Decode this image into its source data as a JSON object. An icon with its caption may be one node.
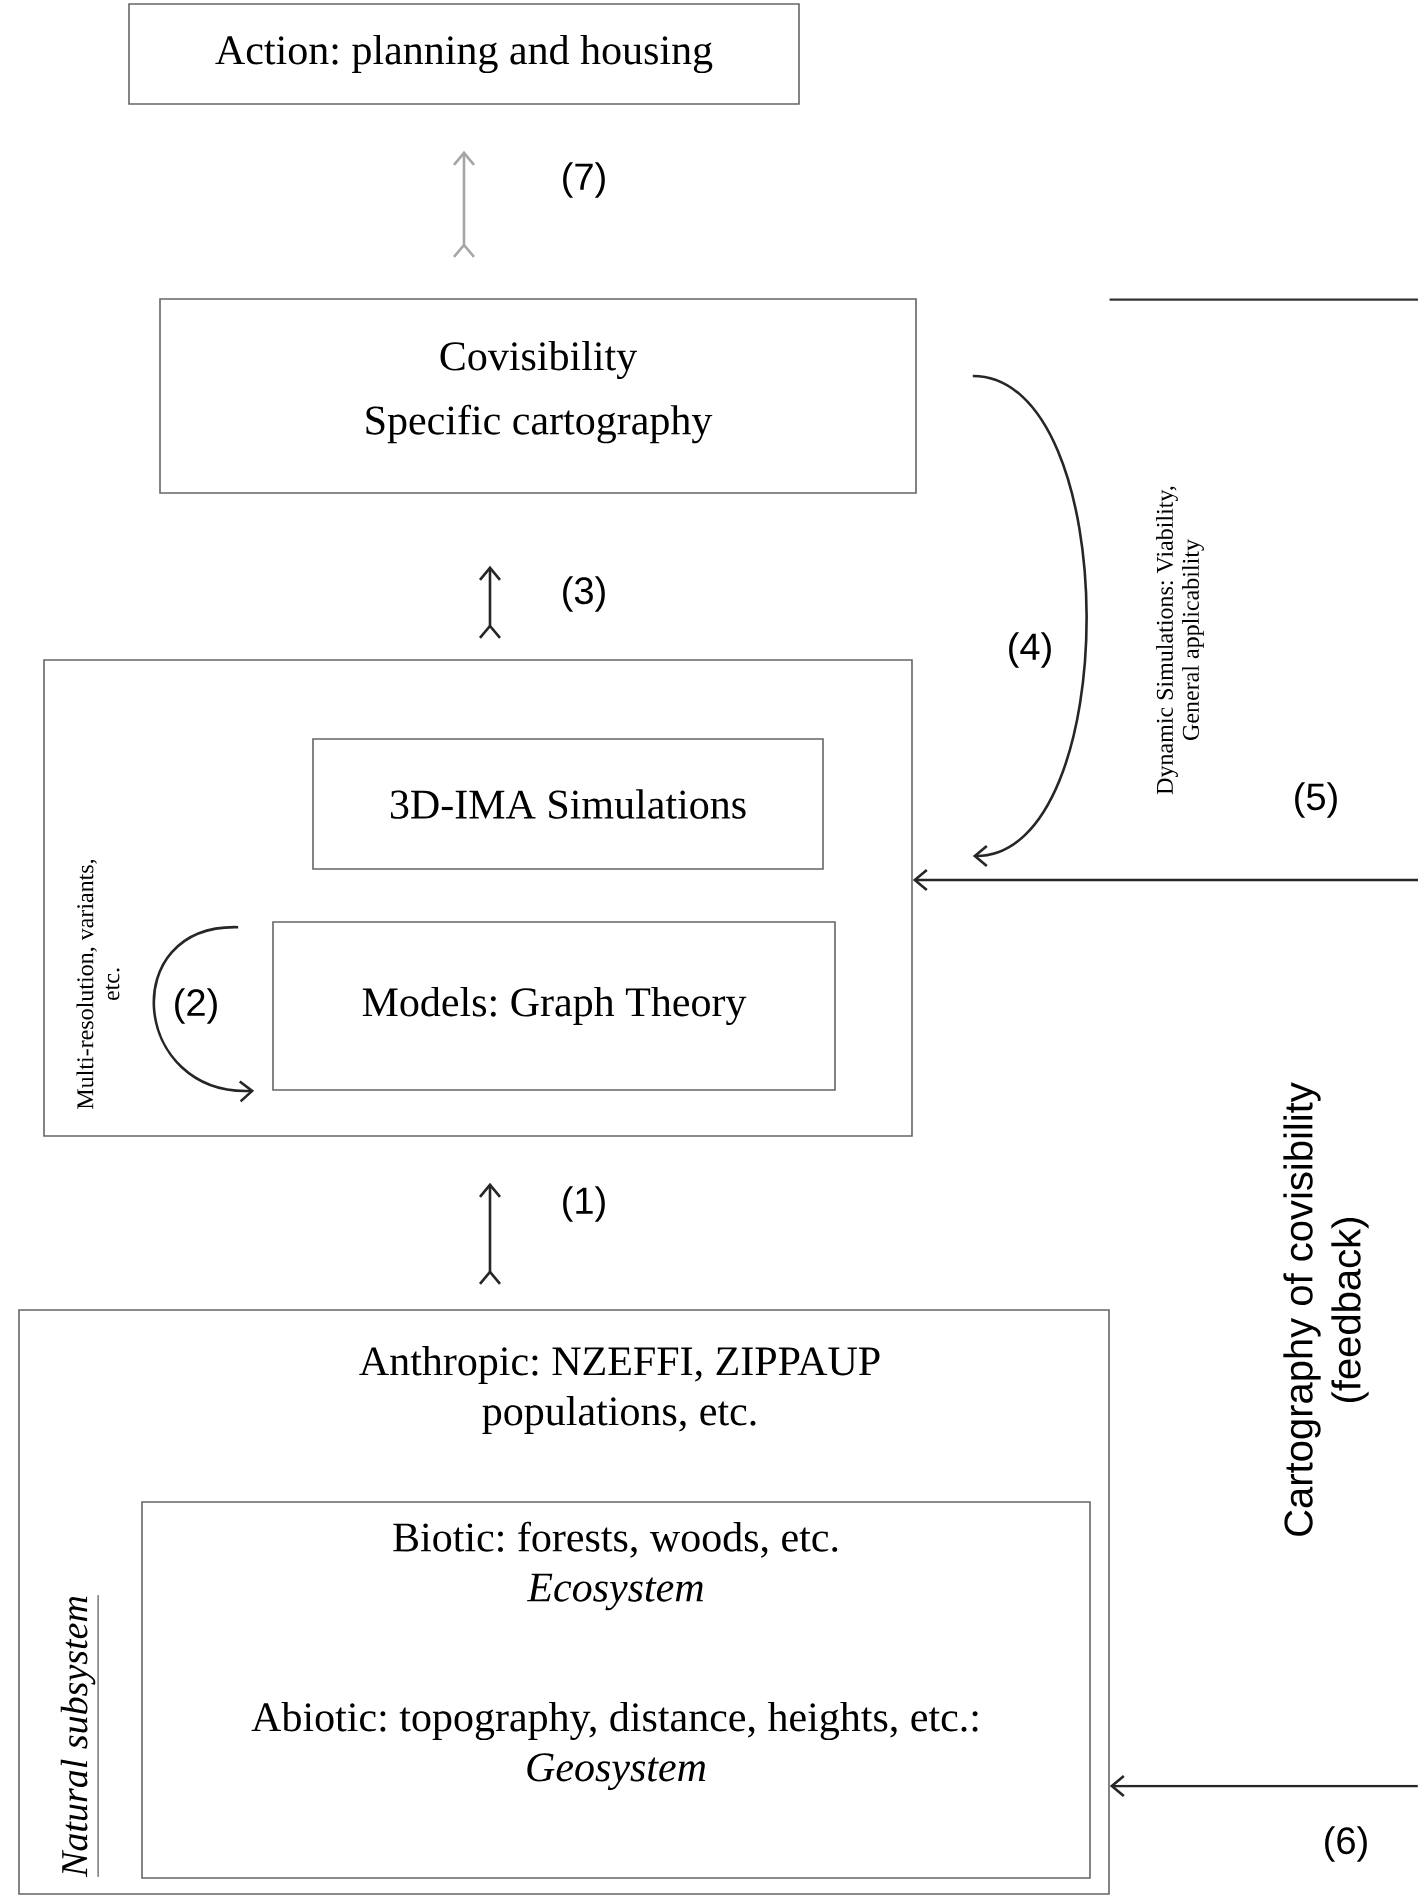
{
  "diagram": {
    "nodes": [
      {
        "text": [
          "Action: planning and housing"
        ]
      },
      {
        "text": [
          "Covisibility",
          "Specific cartography"
        ]
      },
      {
        "text": [
          "Multi-resolution, variants, etc."
        ]
      },
      {
        "text": [
          "3D-IMA Simulations"
        ],
        "in": 2
      },
      {
        "text": [
          "Models: Graph Theory"
        ],
        "in": 2
      },
      {
        "text": [
          "Anthropic: NZEFFI, ZIPPAUP populations, etc.",
          "Natural subsystem"
        ]
      },
      {
        "text": [
          "Biotic: forests, woods, etc. *Ecosystem*",
          "Abiotic: topography, distance, heights, etc.: *Geosystem*"
        ],
        "in": 5
      },
      {
        "text": [
          "Dynamic Simulations: Viability, General applicability",
          "Cartography of covisibility (feedback)"
        ]
      }
    ],
    "edges": [
      {
        "from": 1,
        "to": 0,
        "arrow": "to",
        "label": "(7)",
        "color": "#a6a6a6"
      },
      {
        "from": 2,
        "to": 1,
        "arrow": "to",
        "label": "(3)"
      },
      {
        "from": 1,
        "to": 2,
        "arrow": "to",
        "label": "(4)"
      },
      {
        "from": 7,
        "to": 2,
        "arrow": "to",
        "label": "(5)"
      },
      {
        "from": 5,
        "to": 2,
        "arrow": "to",
        "label": "(1)"
      },
      {
        "from": 4,
        "to": 4,
        "arrow": "to",
        "label": "(2)"
      },
      {
        "from": null,
        "to": 5,
        "arrow": "to",
        "label": "(6)"
      }
    ]
  }
}
